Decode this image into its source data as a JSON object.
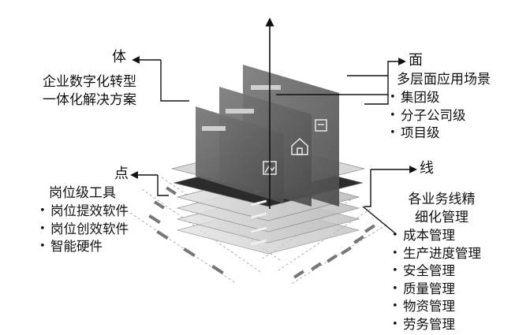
{
  "body": {
    "heading": "体",
    "lines": [
      "企业数字化转型",
      "一体化解决方案"
    ]
  },
  "face": {
    "heading": "面",
    "subtitle": "多层面应用场景",
    "items": [
      "集团级",
      "分子公司级",
      "项目级"
    ]
  },
  "point": {
    "heading": "点",
    "subtitle": "岗位级工具",
    "items": [
      "岗位提效软件",
      "岗位创效软件",
      "智能硬件"
    ]
  },
  "line": {
    "heading": "线",
    "subtitle_lines": [
      "各业务线精",
      "细化管理"
    ],
    "items": [
      "成本管理",
      "生产进度管理",
      "安全管理",
      "质量管理",
      "物资管理",
      "劳务管理"
    ]
  },
  "colors": {
    "panel": "#5e5e5e",
    "dark_layer": "#2b2b2b",
    "light_layer": "#cfcfcf",
    "ink": "#111111"
  },
  "icons": [
    "mountain-icon",
    "house-icon",
    "building-icon",
    "up-arrow-icon",
    "left-arrow-icon",
    "right-arrow-icon"
  ]
}
